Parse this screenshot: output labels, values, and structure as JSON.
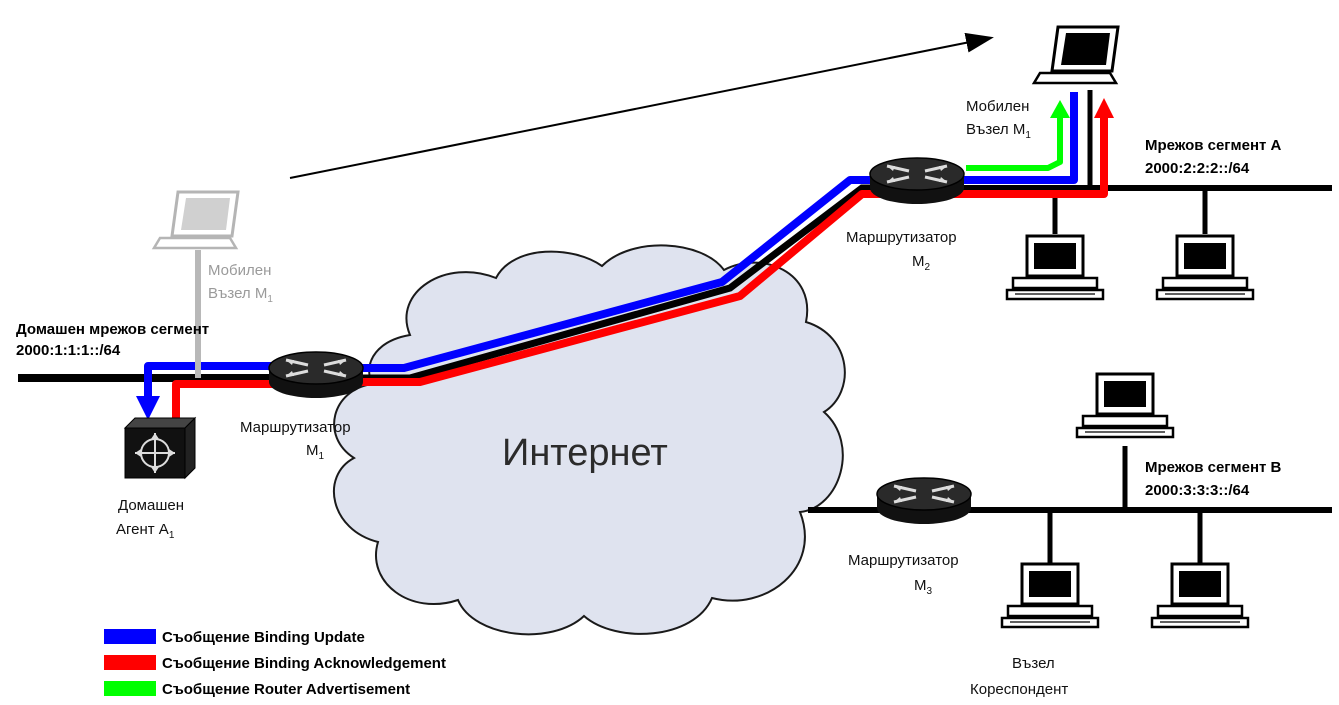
{
  "internet_label": "Интернет",
  "home_segment": {
    "name": "Домашен мрежов сегмент",
    "prefix": "2000:1:1:1::/64"
  },
  "segment_a": {
    "name": "Мрежов сегмент A",
    "prefix": "2000:2:2:2::/64"
  },
  "segment_b": {
    "name": "Мрежов сегмент B",
    "prefix": "2000:3:3:3::/64"
  },
  "router_m1": {
    "line1": "Маршрутизатор",
    "line2": "M",
    "sub": "1"
  },
  "router_m2": {
    "line1": "Маршрутизатор",
    "line2": "M",
    "sub": "2"
  },
  "router_m3": {
    "line1": "Маршрутизатор",
    "line2": "M",
    "sub": "3"
  },
  "home_agent": {
    "line1": "Домашен",
    "line2": "Агент A",
    "sub": "1"
  },
  "mobile_old": {
    "line1": "Мобилен",
    "line2": "Възел M",
    "sub": "1"
  },
  "mobile_new": {
    "line1": "Мобилен",
    "line2": "Възел M",
    "sub": "1"
  },
  "correspondent": {
    "line1": "Възел",
    "line2": "Кореспондент"
  },
  "legend": [
    {
      "label": "Съобщение Binding Update",
      "color": "#0000ff"
    },
    {
      "label": "Съобщение Binding Acknowledgement",
      "color": "#ff0000"
    },
    {
      "label": "Съобщение Router Advertisement",
      "color": "#00ff00"
    }
  ],
  "colors": {
    "binding_update": "#0000ff",
    "binding_ack": "#ff0000",
    "router_adv": "#00ff00",
    "cloud": "#dfe3ef"
  },
  "icons": [
    "router-icon",
    "laptop-icon",
    "desktop-computer-icon",
    "home-agent-switch-icon",
    "cloud-icon"
  ]
}
